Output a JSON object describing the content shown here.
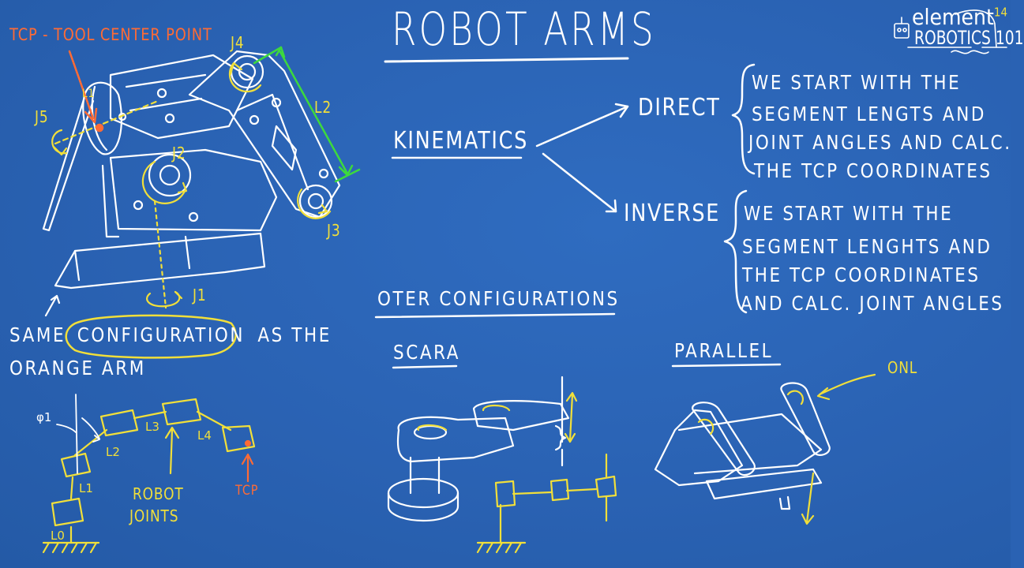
{
  "title": "ROBOT ARMS",
  "logo": {
    "brand": "element",
    "brand_num": "14",
    "series": "ROBOTICS 101"
  },
  "diagram": {
    "tcp_label": "TCP - TOOL CENTER POINT",
    "length_labels": [
      "L2",
      "L1"
    ],
    "joint_labels": [
      "J4",
      "J5",
      "J2",
      "J3",
      "J1"
    ],
    "same_config_pre": "SAME",
    "same_config_highlight": "CONFIGURATION",
    "same_config_post": "AS THE",
    "same_config_line2": "ORANGE ARM"
  },
  "schematic": {
    "labels": [
      "φ1",
      "L2",
      "L3",
      "L4",
      "L1",
      "L0"
    ],
    "robot_joints_line1": "ROBOT",
    "robot_joints_line2": "JOINTS",
    "tcp": "TCP"
  },
  "kinematics": {
    "heading": "KINEMATICS",
    "direct": {
      "label": "DIRECT",
      "lines": [
        "WE START WITH THE",
        "SEGMENT LENGTS AND",
        "JOINT ANGLES AND CALC.",
        "THE TCP COORDINATES"
      ]
    },
    "inverse": {
      "label": "INVERSE",
      "lines": [
        "WE START WITH THE",
        "SEGMENT LENGHTS AND",
        "THE TCP COORDINATES",
        "AND CALC. JOINT ANGLES"
      ]
    }
  },
  "other": {
    "heading": "OTER CONFIGURATIONS",
    "scara": "SCARA",
    "parallel": "PARALLEL",
    "parallel_note": "ONL"
  },
  "colors": {
    "board": "#2a62b3",
    "chalk": "#ffffff",
    "yellow": "#f1df3a",
    "orange": "#ff6b35",
    "green": "#3dd93d"
  }
}
